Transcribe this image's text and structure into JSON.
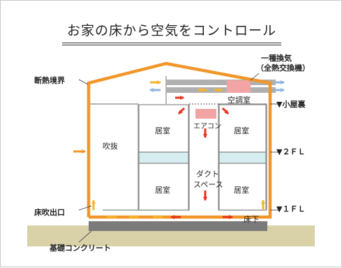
{
  "title": "お家の床から空気をコントロール",
  "labels": {
    "insulation_boundary": "断熱境界",
    "vent_type_line1": "一種換気",
    "vent_type_line2": "（全熱交換機）",
    "ac_room": "空調室",
    "attic": "▼小屋裏",
    "aircon": "エアコン",
    "fukinuke": "吹抜",
    "living_upper_left": "居室",
    "living_upper_right": "居室",
    "floor2": "▼２ＦＬ",
    "duct_line1": "ダクト",
    "duct_line2": "スペース",
    "living_lower_left": "居室",
    "living_lower_right": "居室",
    "floor1": "▼１ＦＬ",
    "floor_outlet": "床吹出口",
    "under_floor": "床下",
    "foundation": "基礎コンクリート"
  },
  "colors": {
    "insulation": "#f0962a",
    "warm_arrow": "#f4b32a",
    "red_arrow": "#e8321e",
    "blue_arrow": "#8fb4dc",
    "duct": "#b0b0b0",
    "ac_unit": "#f2a3a3",
    "ground": "#d9d2a8",
    "slab": "#7b7b7b",
    "glass": "#d6eef0"
  }
}
